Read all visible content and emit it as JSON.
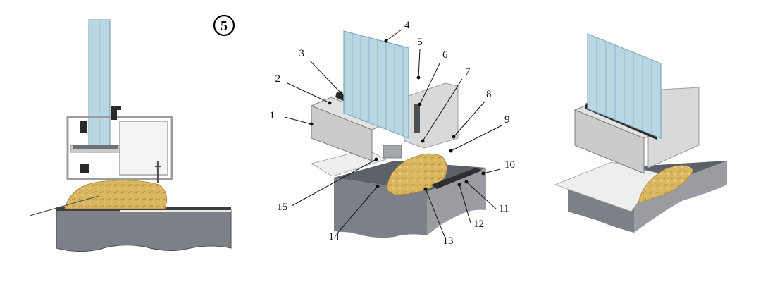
{
  "figure": {
    "step_marker": "5",
    "panels": [
      {
        "id": "section",
        "kind": "cross-section"
      },
      {
        "id": "exploded",
        "kind": "isometric-with-callouts"
      },
      {
        "id": "assembled",
        "kind": "isometric-assembled"
      }
    ],
    "callout_labels": [
      "1",
      "2",
      "3",
      "4",
      "5",
      "6",
      "7",
      "8",
      "9",
      "10",
      "11",
      "12",
      "13",
      "14",
      "15"
    ]
  },
  "colors": {
    "glass": "#b9d6e3",
    "glass_edge": "#7ea8bb",
    "aluminium": "#c9cbcd",
    "aluminium_dark": "#8f9296",
    "gasket": "#2a2a2a",
    "foam": "#d9b760",
    "substrate_top": "#5c6067",
    "substrate_side": "#7d8087",
    "flashing": "#e8e8e8",
    "membrane": "#3d3d3d"
  }
}
